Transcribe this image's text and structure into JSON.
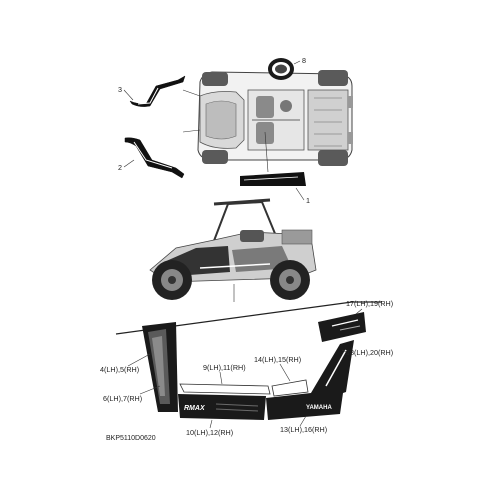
{
  "callouts": {
    "c1": "1",
    "c2": "2",
    "c3": "3",
    "c4_5": "4(LH),5(RH)",
    "c6_7": "6(LH),7(RH)",
    "c8": "8",
    "c9_11": "9(LH),11(RH)",
    "c10_12": "10(LH),12(RH)",
    "c13_16": "13(LH),16(RH)",
    "c14_15": "14(LH),15(RH)",
    "c17_19": "17(LH),19(RH)",
    "c18_20": "18(LH),20(RH)"
  },
  "decal_text": {
    "rmax": "RMAX",
    "yamaha": "YAMAHA"
  },
  "diagram_code": "BKP5110D0620"
}
